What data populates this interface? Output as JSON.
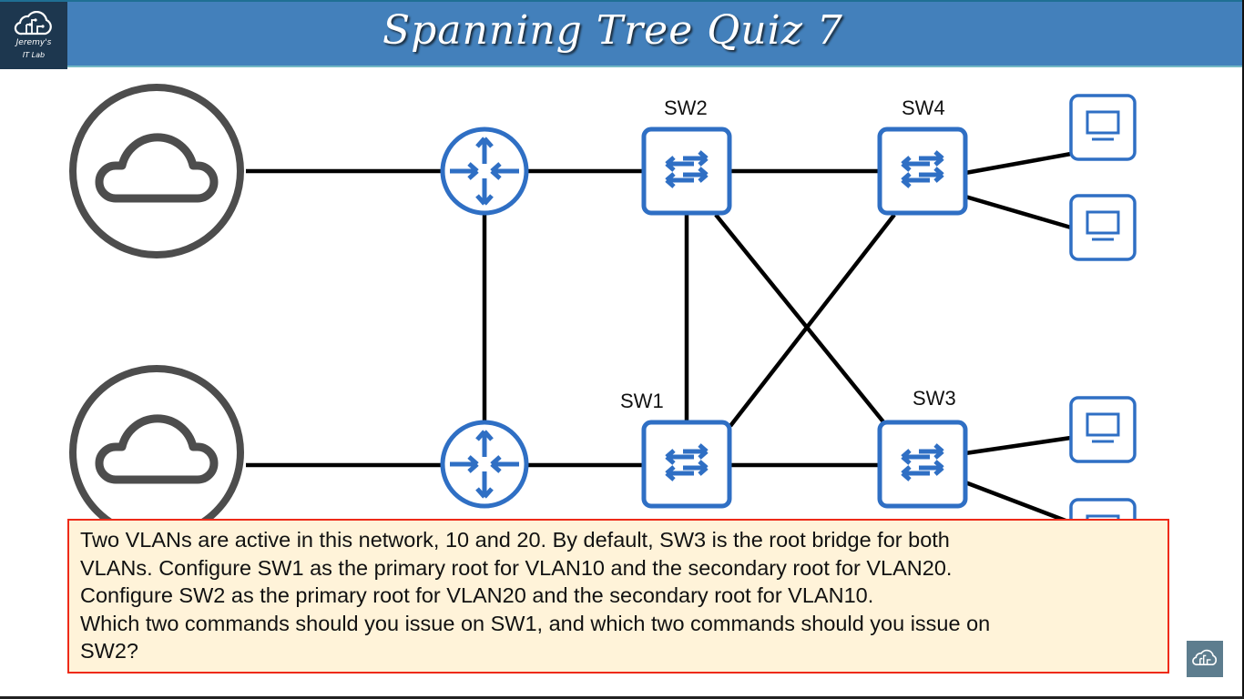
{
  "header": {
    "title": "Spanning Tree Quiz 7",
    "logo_line1": "Jeremy's",
    "logo_line2": "IT Lab",
    "logo_icon": "cloud-circuit-icon"
  },
  "diagram": {
    "colors": {
      "device_blue": "#2f6fc4",
      "cloud_gray": "#4d4d4d",
      "link_black": "#000000"
    },
    "switches": [
      {
        "id": "sw2",
        "label": "SW2"
      },
      {
        "id": "sw4",
        "label": "SW4"
      },
      {
        "id": "sw1",
        "label": "SW1"
      },
      {
        "id": "sw3",
        "label": "SW3"
      }
    ],
    "routers": [
      "router-top",
      "router-bottom"
    ],
    "clouds": [
      "cloud-top",
      "cloud-bottom"
    ],
    "pcs": [
      "pc-sw4-1",
      "pc-sw4-2",
      "pc-sw3-1",
      "pc-sw3-2"
    ]
  },
  "question": {
    "lines": [
      "Two VLANs are active in this network, 10 and 20.  By default, SW3 is the root bridge for both",
      "VLANs.  Configure SW1 as the primary root for VLAN10 and the secondary root for VLAN20.",
      "Configure SW2 as the primary root for VLAN20 and the secondary root for VLAN10.",
      "Which two commands should you issue on SW1, and which two commands should you issue on",
      "SW2?"
    ],
    "border_color": "#ee2a18",
    "background_color": "#fff3d9"
  },
  "footer": {
    "logo_icon": "cloud-circuit-icon"
  }
}
